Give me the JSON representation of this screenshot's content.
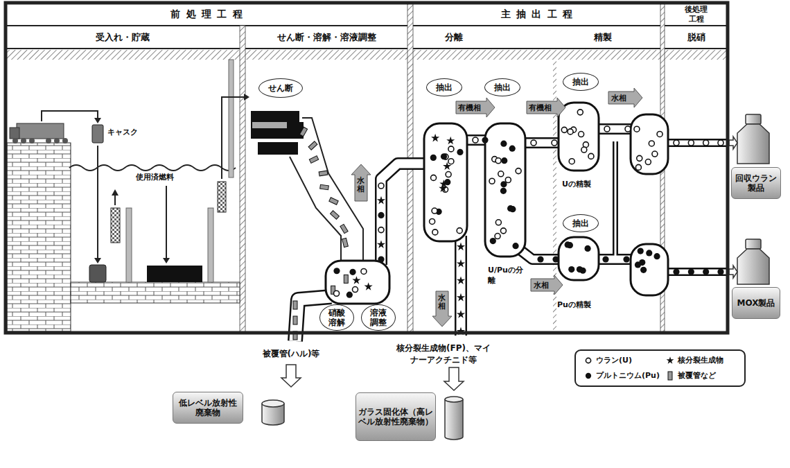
{
  "diagram": {
    "nodes": [
      {
        "text": [
          "前処理工程"
        ]
      },
      {
        "text": [
          "主抽出工程"
        ]
      },
      {
        "text": [
          "後処理工程"
        ]
      },
      {
        "text": [
          "受入れ・貯蔵"
        ]
      },
      {
        "text": [
          "せん断・溶解・溶液調整"
        ]
      },
      {
        "text": [
          "分離"
        ]
      },
      {
        "text": [
          "精製"
        ]
      },
      {
        "text": [
          "脱硝"
        ]
      },
      {
        "text": [
          "せん断"
        ]
      },
      {
        "text": [
          "硝酸溶解"
        ]
      },
      {
        "text": [
          "溶液調整"
        ]
      },
      {
        "text": [
          "抽出"
        ]
      },
      {
        "text": [
          "抽出"
        ]
      },
      {
        "text": [
          "抽出"
        ]
      },
      {
        "text": [
          "抽出"
        ]
      },
      {
        "text": [
          "低レベル放射性廃棄物"
        ]
      },
      {
        "text": [
          "ガラス固化体（高レベル放射性廃棄物）"
        ]
      },
      {
        "text": [
          "回収ウラン製品"
        ]
      },
      {
        "text": [
          "MOX製品"
        ]
      }
    ],
    "labels": [
      "キャスク",
      "使用済燃料",
      "水相",
      "有機相",
      "有機相",
      "水相",
      "Uの精製",
      "U/Puの分離",
      "水相",
      "水相",
      "Puの精製",
      "被覆管(ハル)等",
      "核分裂生成物(FP)、マイナーアクチニド等"
    ],
    "legend": [
      {
        "text": "ウラン(U)"
      },
      {
        "text": "核分裂生成物"
      },
      {
        "text": "プルトニウム(Pu)"
      },
      {
        "text": "被覆管など"
      }
    ]
  }
}
